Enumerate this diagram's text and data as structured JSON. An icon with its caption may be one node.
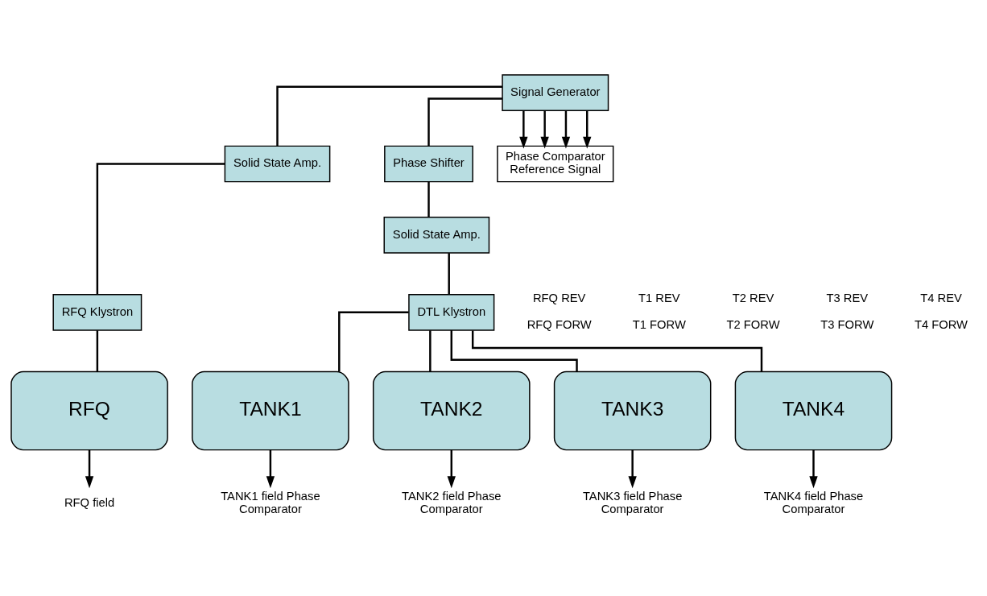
{
  "diagram": {
    "nodes": [
      {
        "text": [
          "Signal Generator"
        ]
      },
      {
        "text": [
          "Solid State Amp."
        ]
      },
      {
        "text": [
          "RFQ Klystron"
        ]
      },
      {
        "text": [
          "Phase Shifter"
        ]
      },
      {
        "text": [
          "Solid State Amp."
        ]
      },
      {
        "text": [
          "DTL Klystron"
        ]
      },
      {
        "text": [
          "Phase Comparator Reference Signal"
        ]
      },
      {
        "text": [
          "RFQ"
        ]
      },
      {
        "text": [
          "TANK1"
        ]
      },
      {
        "text": [
          "TANK2"
        ]
      },
      {
        "text": [
          "TANK3"
        ]
      },
      {
        "text": [
          "TANK4"
        ]
      },
      {
        "text": [
          "RFQ field"
        ]
      },
      {
        "text": [
          "TANK1 field Phase Comparator"
        ]
      },
      {
        "text": [
          "TANK2 field Phase Comparator"
        ]
      },
      {
        "text": [
          "TANK3 field Phase Comparator"
        ]
      },
      {
        "text": [
          "TANK4 field Phase Comparator"
        ]
      }
    ],
    "edges": [
      {
        "from": 0,
        "to": 1,
        "arrow": "none"
      },
      {
        "from": 1,
        "to": 2,
        "arrow": "none"
      },
      {
        "from": 2,
        "to": 7,
        "arrow": "none"
      },
      {
        "from": 0,
        "to": 3,
        "arrow": "none"
      },
      {
        "from": 3,
        "to": 4,
        "arrow": "none"
      },
      {
        "from": 4,
        "to": 5,
        "arrow": "none"
      },
      {
        "from": 0,
        "to": 6,
        "arrow": "to"
      },
      {
        "from": 0,
        "to": 6,
        "arrow": "to"
      },
      {
        "from": 0,
        "to": 6,
        "arrow": "to"
      },
      {
        "from": 0,
        "to": 6,
        "arrow": "to"
      },
      {
        "from": 5,
        "to": 8,
        "arrow": "none"
      },
      {
        "from": 5,
        "to": 9,
        "arrow": "none"
      },
      {
        "from": 5,
        "to": 10,
        "arrow": "none"
      },
      {
        "from": 5,
        "to": 11,
        "arrow": "none"
      },
      {
        "from": 7,
        "to": 12,
        "arrow": "to"
      },
      {
        "from": 8,
        "to": 13,
        "arrow": "to"
      },
      {
        "from": 9,
        "to": 14,
        "arrow": "to"
      },
      {
        "from": 10,
        "to": 15,
        "arrow": "to"
      },
      {
        "from": 11,
        "to": 16,
        "arrow": "to"
      }
    ],
    "labels": [
      "RFQ REV",
      "RFQ FORW",
      "T1 REV",
      "T1 FORW",
      "T2 REV",
      "T2 FORW",
      "T3 REV",
      "T3 FORW",
      "T4 REV",
      "T4 FORW"
    ]
  }
}
